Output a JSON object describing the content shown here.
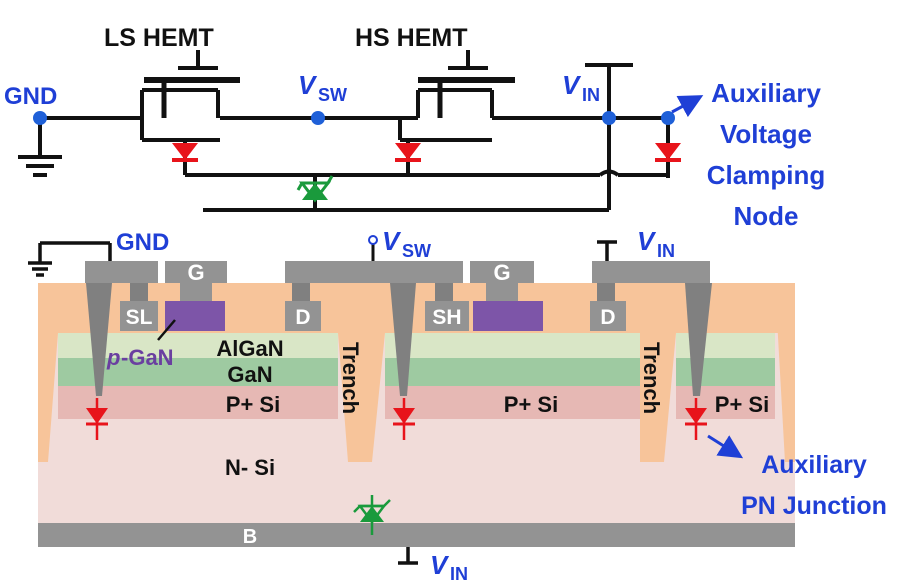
{
  "circuit": {
    "ls_hemt": "LS HEMT",
    "hs_hemt": "HS HEMT",
    "gnd": "GND",
    "vsw_main": "V",
    "vsw_sub": "SW",
    "vin_main": "V",
    "vin_sub": "IN",
    "aux_node": [
      "Auxiliary",
      "Voltage",
      "Clamping",
      "Node"
    ]
  },
  "cross_section": {
    "gnd": "GND",
    "vsw_main": "V",
    "vsw_sub": "SW",
    "vin_top_main": "V",
    "vin_top_sub": "IN",
    "gate_label": "G",
    "source_low": "SL",
    "source_high": "SH",
    "drain_label": "D",
    "pgan_italic": "p",
    "pgan_rest": "-GaN",
    "algan": "AlGaN",
    "gan": "GaN",
    "psi": "P+ Si",
    "nsi": "N- Si",
    "trench": "Trench",
    "substrate": "B",
    "vin_bottom_main": "V",
    "vin_bottom_sub": "IN",
    "aux_junction": [
      "Auxiliary",
      "PN Junction"
    ]
  },
  "colors": {
    "wire": "#111111",
    "label_blue": "#1f3fd6",
    "diode_red": "#e8141b",
    "tvs_green": "#1a9a3c",
    "passivation": "#f7c49a",
    "algan": "#d9e6c6",
    "gan": "#9ecaa1",
    "p_si": "#e6b8b4",
    "n_si": "#f1dcd9",
    "metal": "#939393",
    "pgan": "#7d55a8"
  }
}
